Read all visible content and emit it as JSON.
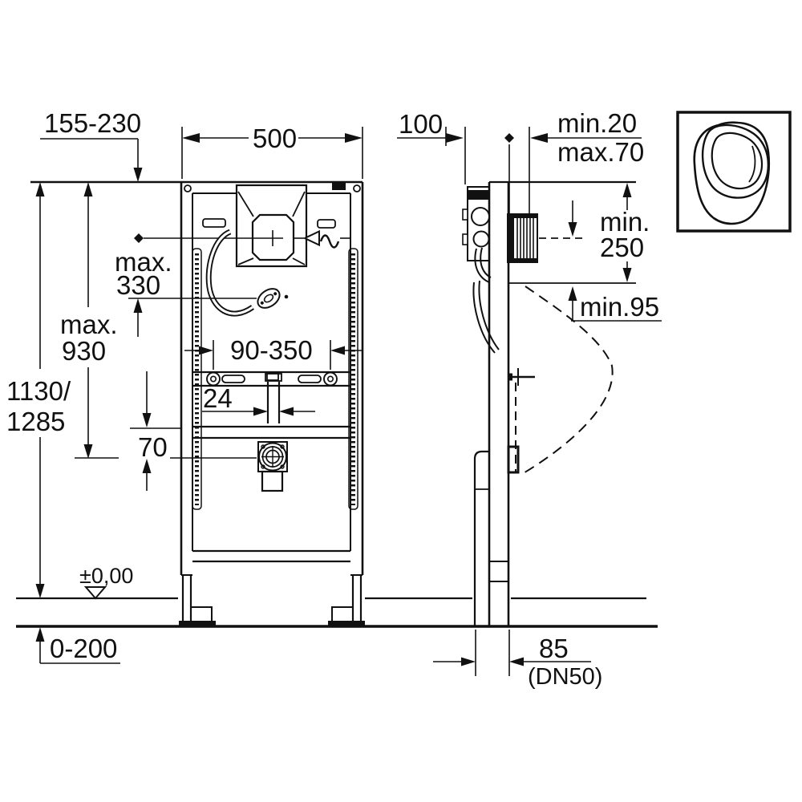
{
  "drawing_type": "technical installation drawing, urinal mounting frame, front and side elevation",
  "colors": {
    "line": "#111111",
    "background": "#ffffff"
  },
  "labels": {
    "offset_range": "155-230",
    "frame_width": "500",
    "side_depth": "100",
    "finish_min": "min.20",
    "finish_max": "max.70",
    "supply_max_word": "max.",
    "supply_max_value": "330",
    "spout_max_word": "max.",
    "spout_max_value": "930",
    "frame_height_line1": "1130/",
    "frame_height_line2": "1285",
    "bracket_range": "90-350",
    "flush_pipe_dia": "24",
    "drain_drop": "70",
    "rim_clearance_word": "min.",
    "rim_clearance_value": "250",
    "spout_to_rim": "min.95",
    "floor_level": "±0,00",
    "floor_buildup": "0-200",
    "drain_offset": "85",
    "drain_nominal": "(DN50)"
  }
}
